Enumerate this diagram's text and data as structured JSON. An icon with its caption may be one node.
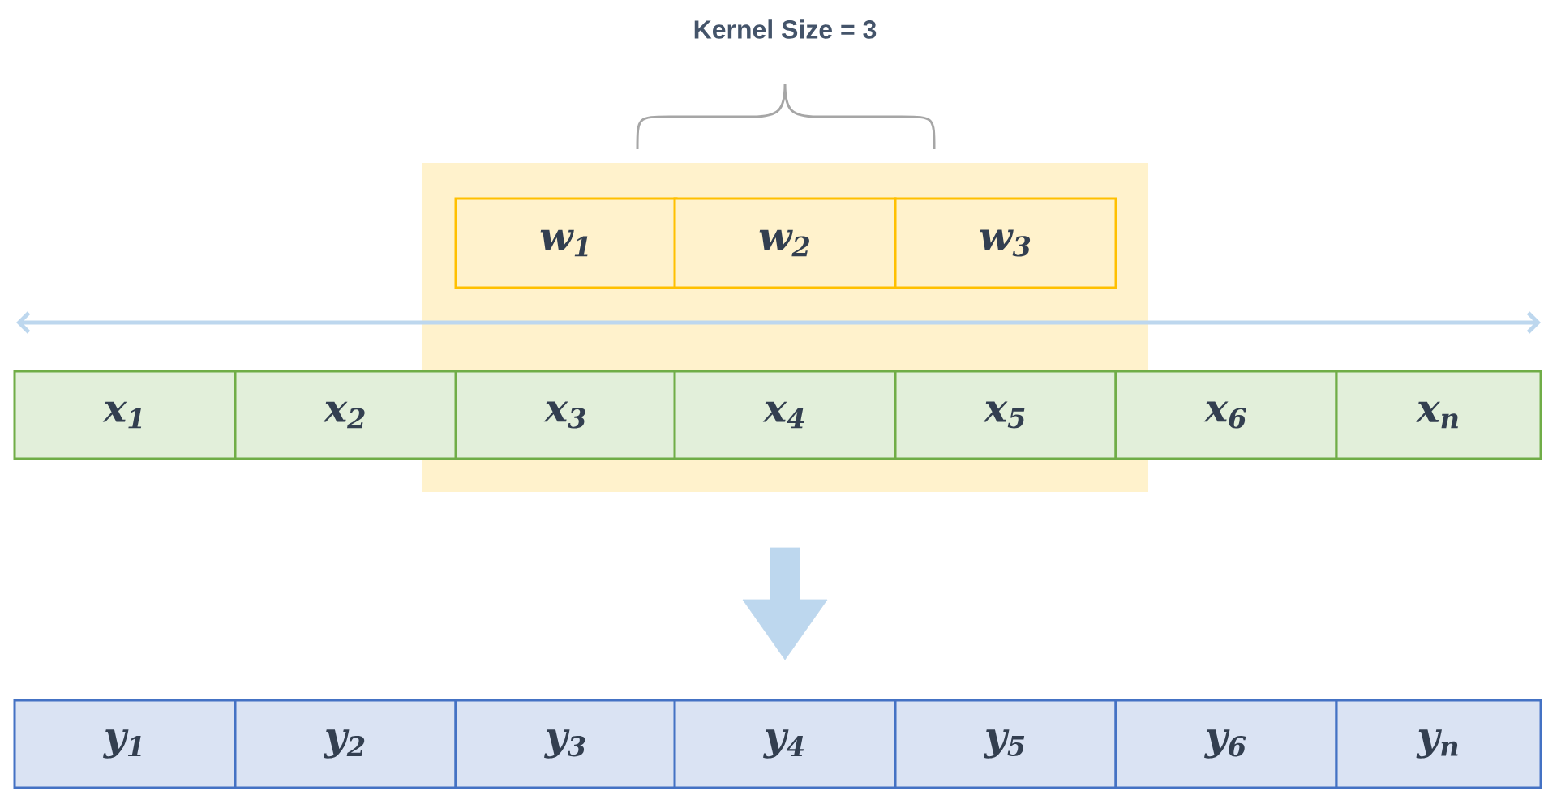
{
  "diagram": {
    "nodes": [
      {
        "text": [],
        "shape": "box"
      },
      {
        "text": [
          "w$_{1}$"
        ],
        "in": 0
      },
      {
        "text": [
          "w$_{2}$"
        ],
        "in": 0
      },
      {
        "text": [
          "w$_{3}$"
        ],
        "in": 0
      },
      {
        "text": [
          "x$_{1}$"
        ]
      },
      {
        "text": [
          "x$_{2}$"
        ]
      },
      {
        "text": [
          "x$_{3}$"
        ],
        "in": 0
      },
      {
        "text": [
          "x$_{4}$"
        ],
        "in": 0
      },
      {
        "text": [
          "x$_{5}$"
        ],
        "in": 0
      },
      {
        "text": [
          "x$_{6}$"
        ]
      },
      {
        "text": [
          "x$_{n}$"
        ]
      },
      {
        "text": [
          "y$_{1}$"
        ]
      },
      {
        "text": [
          "y$_{2}$"
        ]
      },
      {
        "text": [
          "y$_{3}$"
        ]
      },
      {
        "text": [
          "y$_{4}$"
        ]
      },
      {
        "text": [
          "y$_{5}$"
        ]
      },
      {
        "text": [
          "y$_{6}$"
        ]
      },
      {
        "text": [
          "y$_{n}$"
        ]
      }
    ],
    "labels": [
      "Kernel Size = 3"
    ]
  }
}
